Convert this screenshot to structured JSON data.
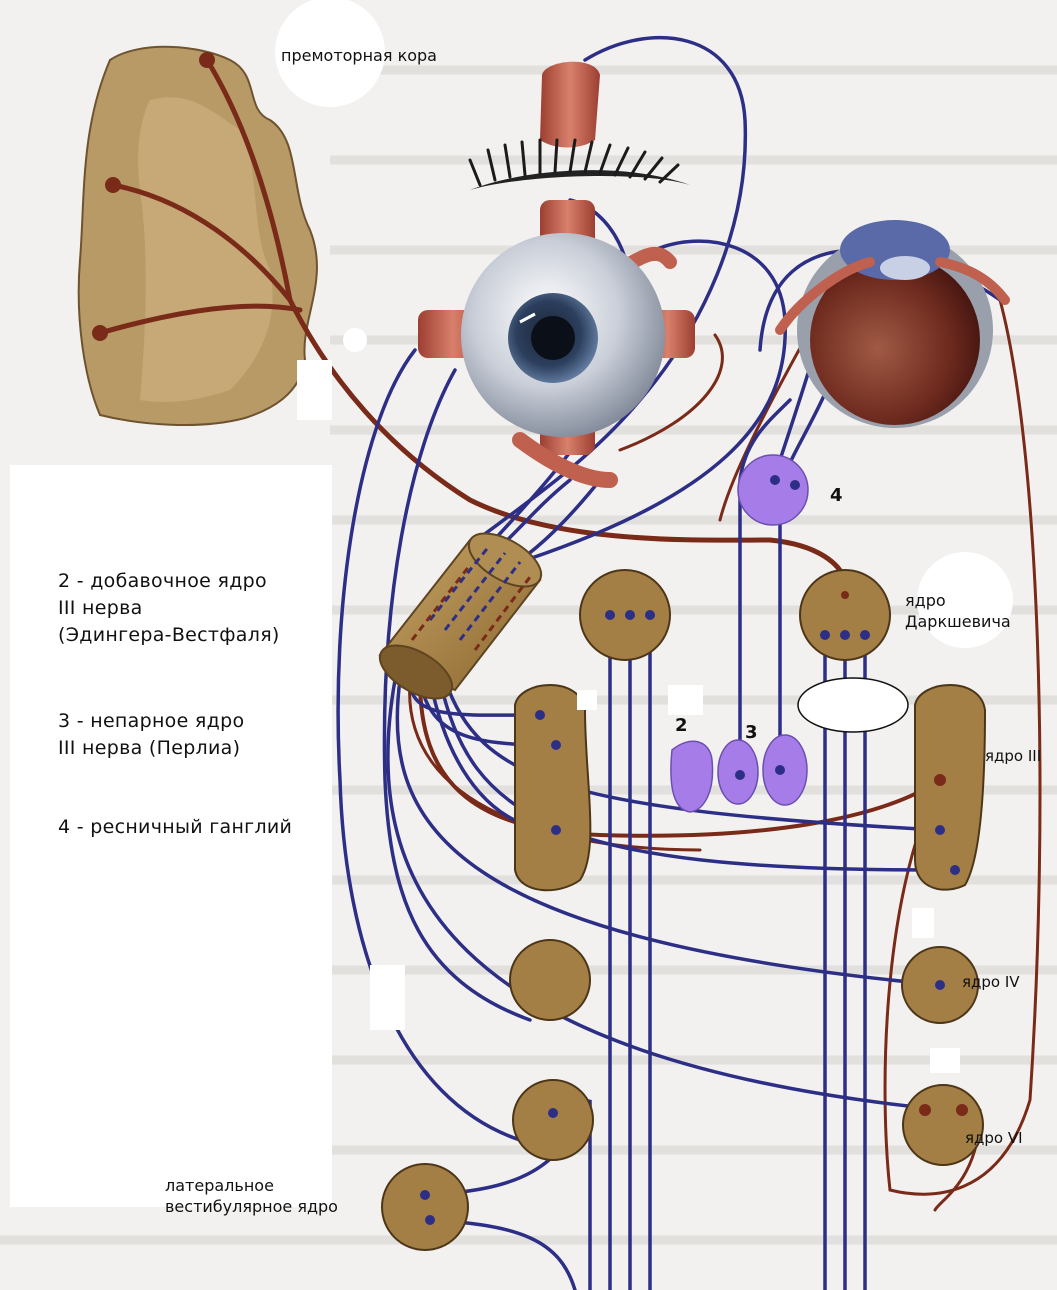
{
  "labels": {
    "premotor_cortex": "премоторная кора",
    "darkshevich_nucleus": "ядро\nДаркшевича",
    "nucleus_iii": "ядро III",
    "nucleus_iv": "ядро IV",
    "nucleus_vi": "ядро VI",
    "lateral_vestibular_nucleus": "латеральное\nвестибулярное ядро"
  },
  "legend": {
    "item2": "2 - добавочное ядро\nIII нерва\n(Эдингера-Вестфаля)",
    "item3": "3 - непарное ядро\nIII нерва (Перлиа)",
    "item4": "4 - ресничный ганглий"
  },
  "markers": {
    "m2": "2",
    "m3": "3",
    "m4": "4"
  },
  "colors": {
    "background": "#f2f1ef",
    "nerve_blue": "#2d2f86",
    "nerve_brown": "#7a2a18",
    "nucleus_fill": "#a37f45",
    "cortex_fill": "#b89a66",
    "purple_nuclei": "#a67de8",
    "muscle": "#c0614f"
  }
}
